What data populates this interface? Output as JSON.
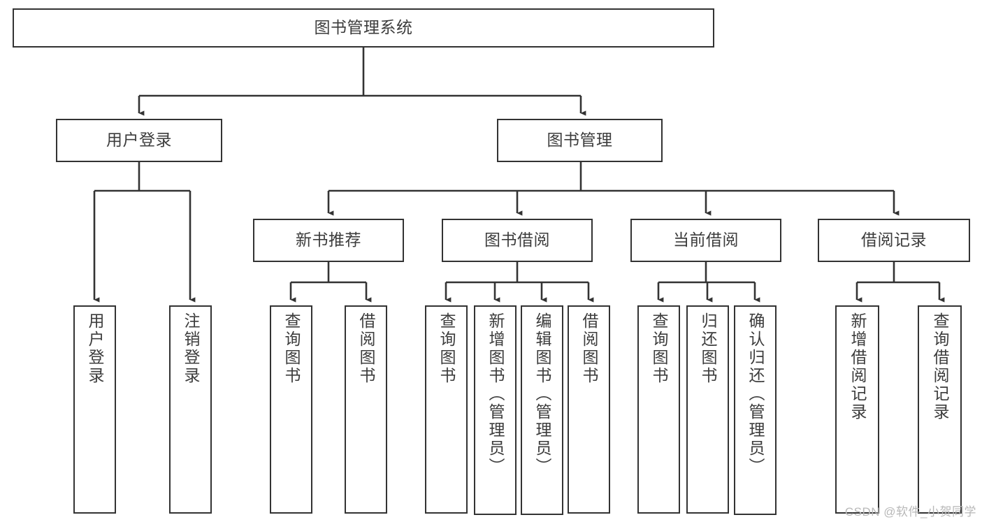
{
  "diagram": {
    "title": "图书管理系统",
    "type": "tree-hierarchy",
    "stroke_color": "#333333",
    "text_color": "#3c3c3c",
    "background_color": "#ffffff",
    "watermark": "CSDN @软件_小贺同学",
    "root": {
      "label": "图书管理系统"
    },
    "level2": [
      {
        "label": "用户登录"
      },
      {
        "label": "图书管理"
      }
    ],
    "level3": [
      {
        "label": "新书推荐"
      },
      {
        "label": "图书借阅"
      },
      {
        "label": "当前借阅"
      },
      {
        "label": "借阅记录"
      }
    ],
    "leaves": {
      "user_login": [
        {
          "label": "用户登录"
        },
        {
          "label": "注销登录"
        }
      ],
      "new_book_recommend": [
        {
          "label": "查询图书"
        },
        {
          "label": "借阅图书"
        }
      ],
      "book_borrow": [
        {
          "label": "查询图书"
        },
        {
          "label": "新增图书（管理员）"
        },
        {
          "label": "编辑图书（管理员）"
        },
        {
          "label": "借阅图书"
        }
      ],
      "current_borrow": [
        {
          "label": "查询图书"
        },
        {
          "label": "归还图书"
        },
        {
          "label": "确认归还（管理员）"
        }
      ],
      "borrow_record": [
        {
          "label": "新增借阅记录"
        },
        {
          "label": "查询借阅记录"
        }
      ]
    }
  }
}
